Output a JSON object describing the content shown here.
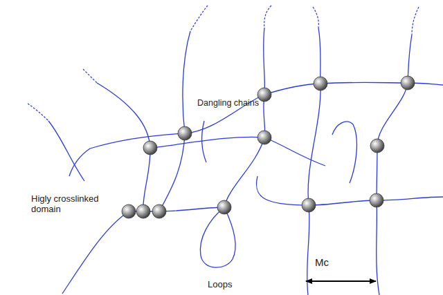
{
  "diagram": {
    "labels": [
      "Dangling chains",
      "Higly crosslinked domain",
      "Loops",
      "Mc"
    ]
  }
}
